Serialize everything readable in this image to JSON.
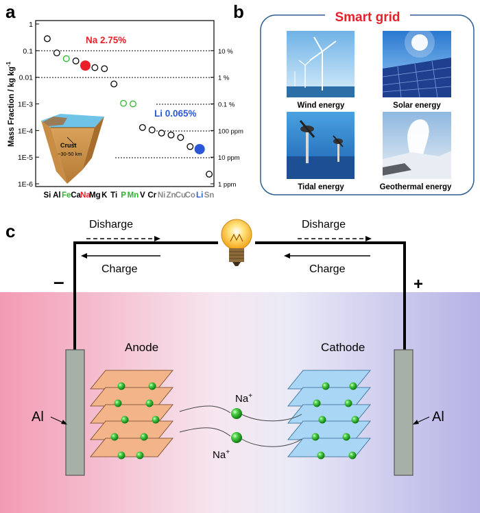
{
  "panel_a": {
    "letter": "a",
    "ylabel_main": "Mass Fraction  /  kg kg",
    "ylabel_exp": "-1",
    "na_annotation": "Na 2.75%",
    "li_annotation": "Li 0.065%",
    "crust_label": "Crust",
    "crust_depth": "~30-50 km",
    "left_ticks": [
      "1",
      "0.1",
      "0.01",
      "1E-3",
      "1E-4",
      "1E-5",
      "1E-6"
    ],
    "right_ticks": [
      "10 %",
      "1 %",
      "0.1 %",
      "100 ppm",
      "10 ppm",
      "1 ppm"
    ],
    "colors": {
      "na": "#e8202a",
      "li": "#2b56d6",
      "green": "#2fb52f",
      "gray": "#8a8a8a"
    }
  },
  "chart_data": {
    "type": "scatter",
    "xlabel": "",
    "ylabel": "Mass Fraction / kg kg-1",
    "yscale": "log",
    "ylim": [
      1e-06,
      1
    ],
    "categories": [
      "Si",
      "Al",
      "Fe",
      "Ca",
      "Na",
      "Mg",
      "K",
      "Ti",
      "P",
      "Mn",
      "V",
      "Cr",
      "Ni",
      "Zn",
      "Cu",
      "Co",
      "Li",
      "Sn"
    ],
    "category_colors": [
      "#000000",
      "#000000",
      "#2fb52f",
      "#000000",
      "#e8202a",
      "#000000",
      "#000000",
      "#000000",
      "#2fb52f",
      "#2fb52f",
      "#000000",
      "#000000",
      "#8a8a8a",
      "#8a8a8a",
      "#8a8a8a",
      "#8a8a8a",
      "#2b56d6",
      "#8a8a8a"
    ],
    "values": [
      0.28,
      0.082,
      0.05,
      0.041,
      0.0275,
      0.023,
      0.021,
      0.0056,
      0.00105,
      0.001,
      0.00013,
      0.000105,
      8e-05,
      6.8e-05,
      5.5e-05,
      2.5e-05,
      2e-05,
      2.3e-06
    ],
    "marker": [
      "open",
      "open",
      "open",
      "open",
      "filled",
      "open",
      "open",
      "open",
      "open",
      "open",
      "open",
      "open",
      "open",
      "open",
      "open",
      "open",
      "filled",
      "open"
    ]
  },
  "panel_b": {
    "letter": "b",
    "title": "Smart grid",
    "tiles": [
      {
        "label": "Wind energy"
      },
      {
        "label": "Solar energy"
      },
      {
        "label": "Tidal energy"
      },
      {
        "label": "Geothermal energy"
      }
    ]
  },
  "panel_c": {
    "letter": "c",
    "discharge_left": "Disharge",
    "charge_left": "Charge",
    "discharge_right": "Disharge",
    "charge_right": "Charge",
    "minus": "–",
    "plus": "+",
    "anode": "Anode",
    "cathode": "Cathode",
    "al_left": "Al",
    "al_right": "Al",
    "na_ion": "Na",
    "na_charge": "+"
  }
}
